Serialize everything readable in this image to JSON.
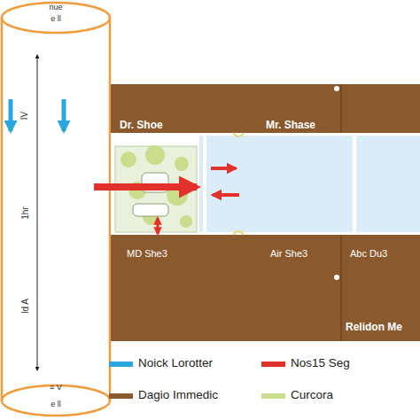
{
  "diagram": {
    "nodes": [
      {
        "text": [
          "nue",
          "e ll",
          "≡ V",
          "e ll"
        ]
      },
      {
        "text": [
          "Dr. Shoe",
          "Mr. Shase",
          "MD She3",
          "Air She3",
          "Abc Du3",
          "Relidon Me"
        ]
      }
    ],
    "labels": [
      "IV",
      "1hr",
      "ld A"
    ],
    "legend": [
      {
        "text": "Noick Lorotter",
        "color": "#2aa6de"
      },
      {
        "text": "Nos15 Seg",
        "color": "#e2302a"
      },
      {
        "text": "Dagio Immedic",
        "color": "#8a5a2e"
      },
      {
        "text": "Curcora",
        "color": "#c9dd8c"
      }
    ]
  }
}
